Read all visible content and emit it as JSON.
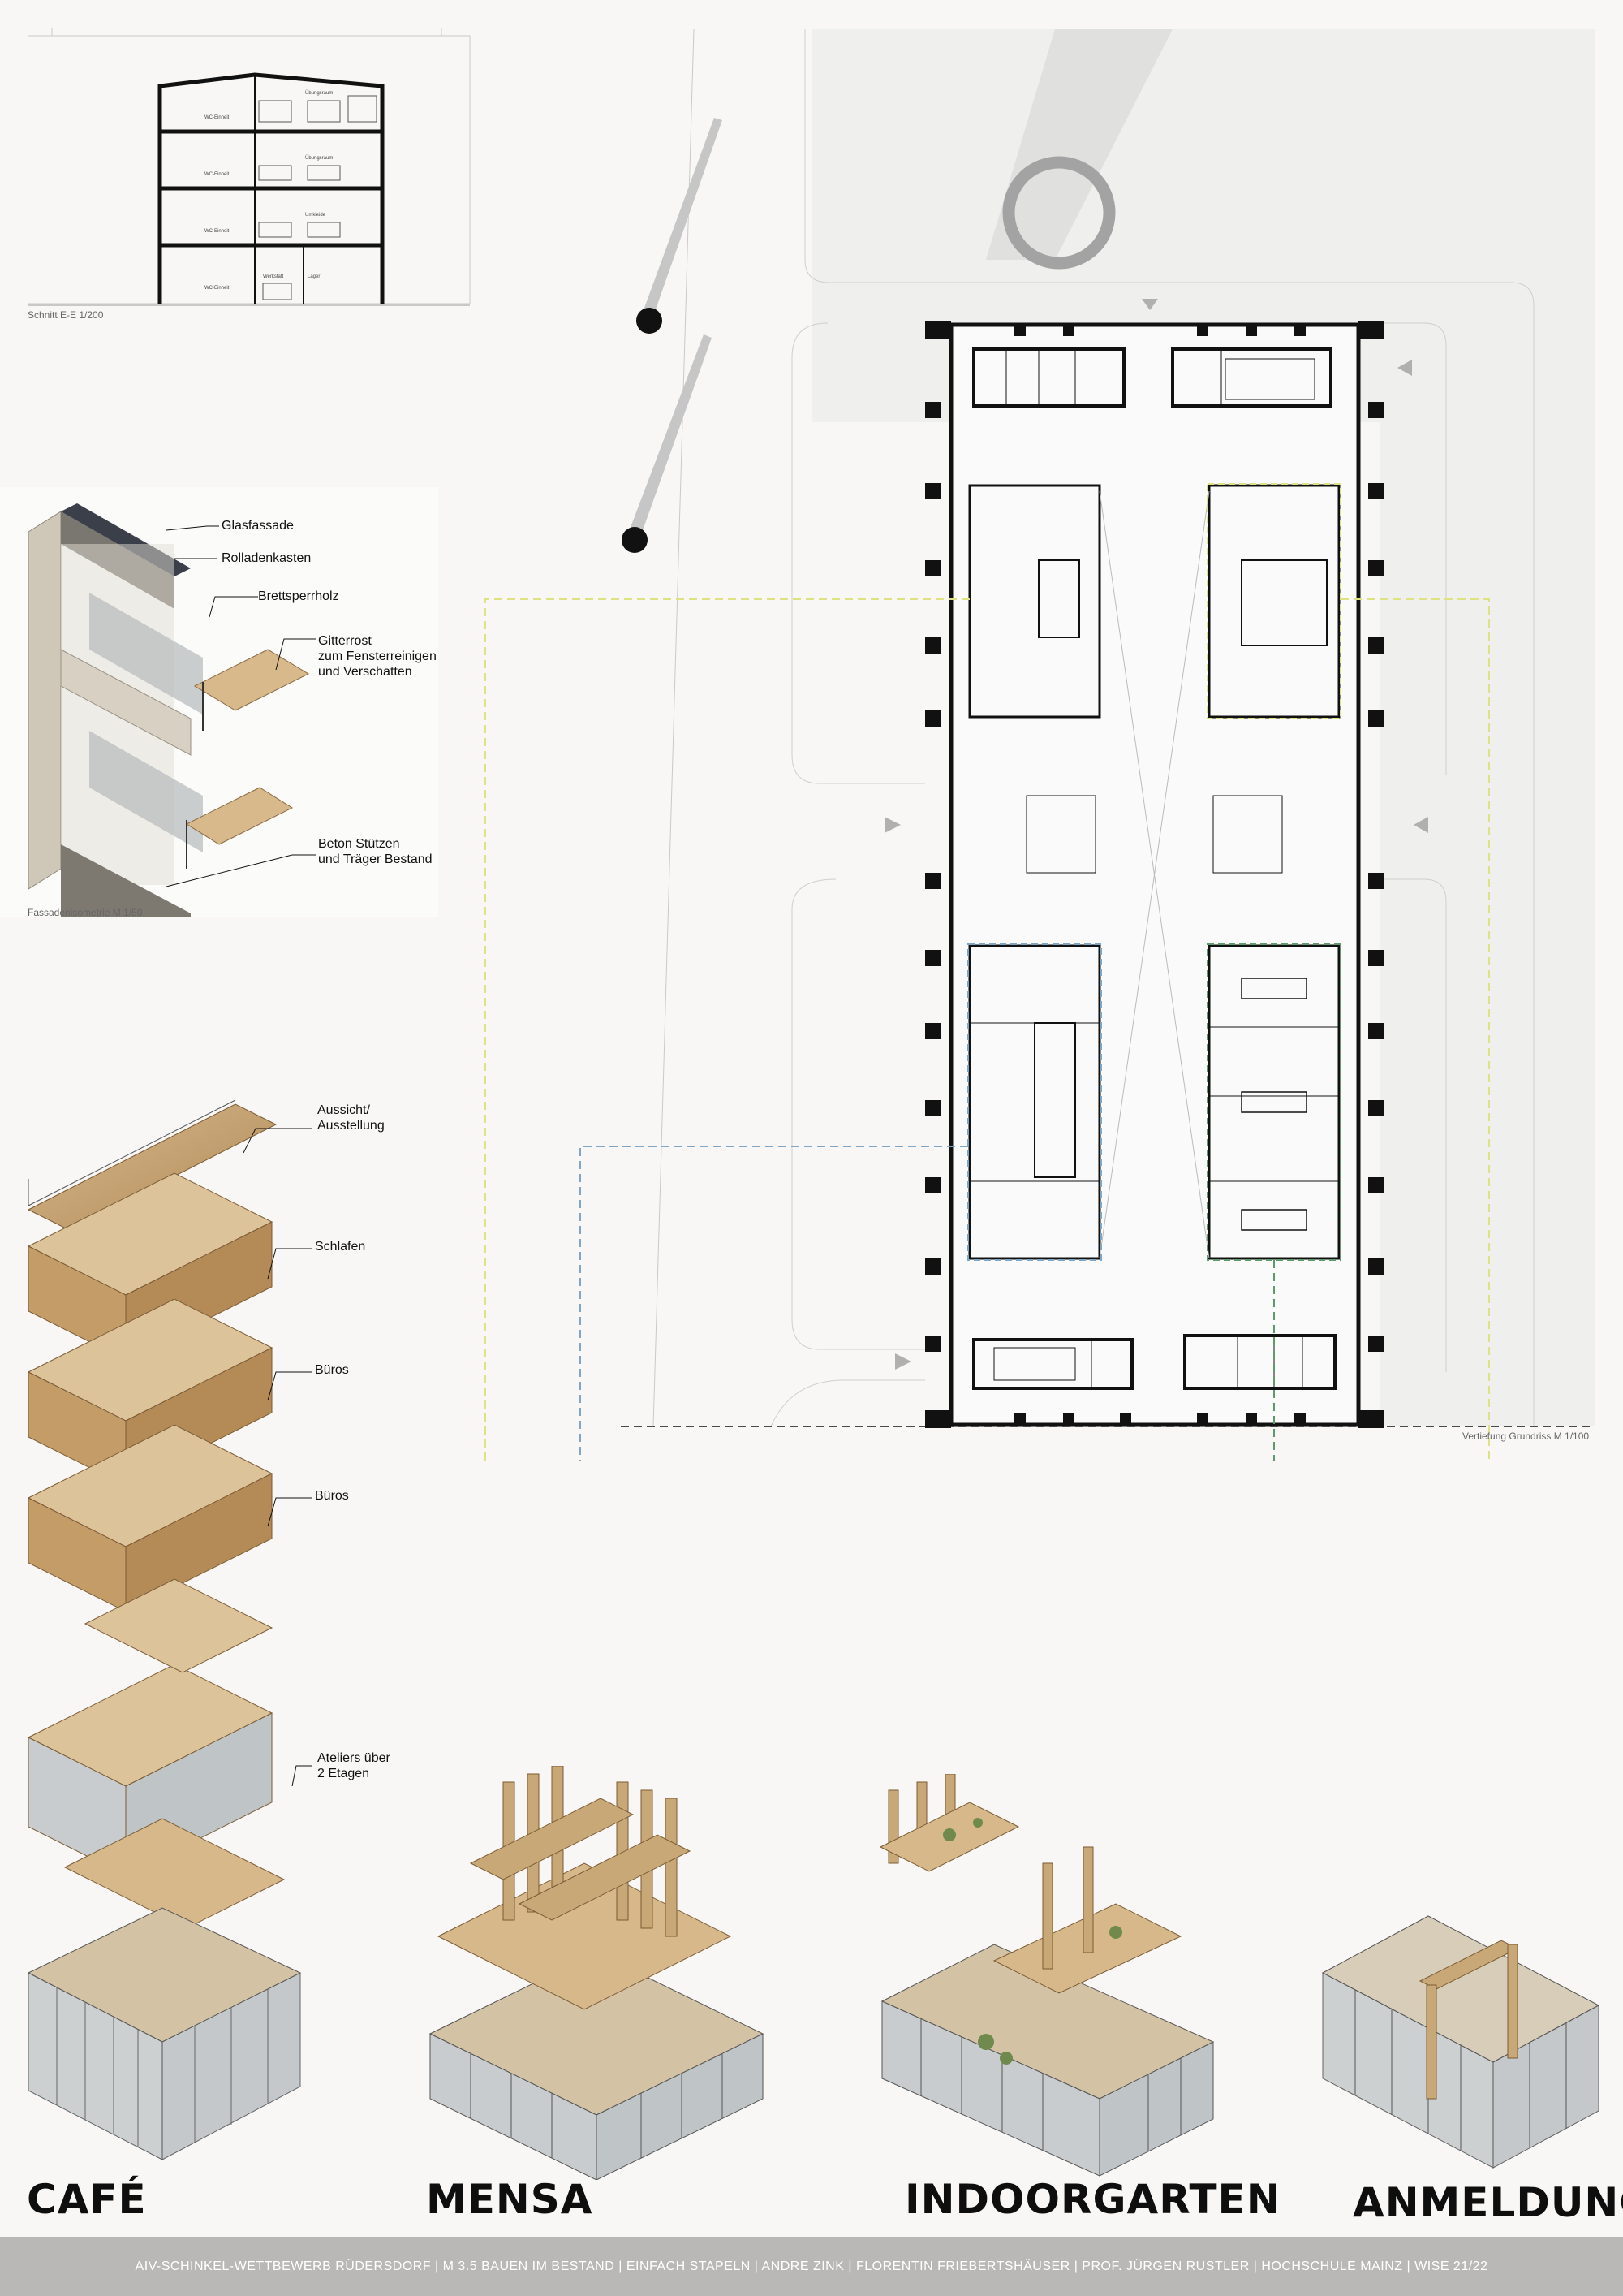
{
  "section": {
    "caption": "Schnitt E-E 1/200",
    "rooms": [
      "Übungsraum",
      "WC-Einheit",
      "Übungsraum",
      "WC-Einheit",
      "Umkleide",
      "WC-Einheit",
      "Werkstatt",
      "Lager",
      "WC-Einheit"
    ]
  },
  "facade": {
    "caption": "Fassadenisometrie M 1/50",
    "labels": {
      "glass": "Glasfassade",
      "shutter": "Rolladenkasten",
      "clt": "Brettsperrholz",
      "grate": "Gitterrost\nzum Fensterreinigen\nund Verschatten",
      "concrete": "Beton Stützen\nund Träger Bestand"
    }
  },
  "plan": {
    "caption": "Vertiefung Grundriss M 1/100"
  },
  "stack": {
    "labels": {
      "view": "Aussicht/\nAusstellung",
      "sleep": "Schlafen",
      "office1": "Büros",
      "office2": "Büros",
      "ateliers": "Ateliers über\n2 Etagen"
    }
  },
  "modules": {
    "cafe": "CAFÉ",
    "mensa": "MENSA",
    "garden": "INDOORGARTEN",
    "register": "ANMELDUNG"
  },
  "footer": {
    "text": "AIV-SCHINKEL-WETTBEWERB RÜDERSDORF | M 3.5 BAUEN IM BESTAND | EINFACH STAPELN |  ANDRE ZINK | FLORENTIN FRIEBERTSHÄUSER | PROF. JÜRGEN RUSTLER | HOCHSCHULE MAINZ |  WISE 21/22"
  },
  "colors": {
    "wood": "#c9a878",
    "wood_dark": "#8b6a44",
    "glass": "#b8bec0",
    "yellow_dash": "#dfe283",
    "blue_dash": "#7fa6c4",
    "green_dash": "#5f9a6e"
  }
}
